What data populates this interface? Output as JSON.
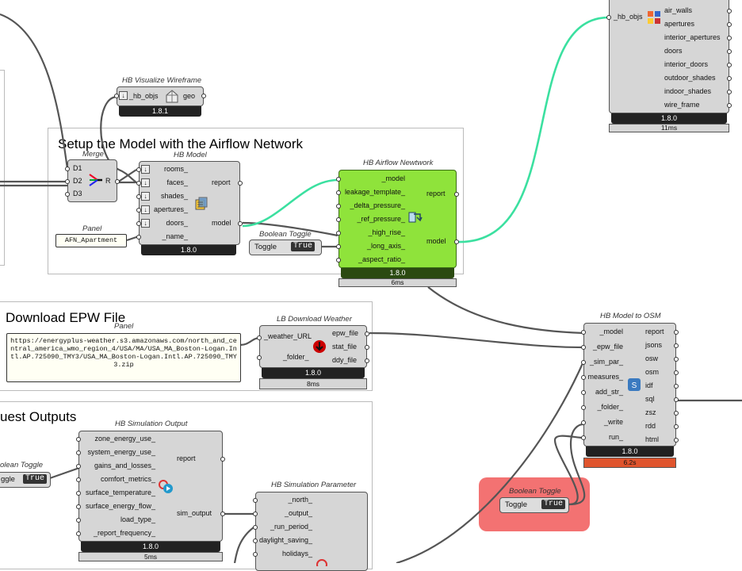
{
  "groups": {
    "airflow": {
      "title": "Setup the Model with the Airflow Network"
    },
    "epw": {
      "title": "Download EPW File"
    },
    "outputs": {
      "title": "uest Outputs"
    }
  },
  "wireframe": {
    "title": "HB Visualize Wireframe",
    "input": "_hb_objs",
    "output": "geo",
    "version": "1.8.1"
  },
  "merge": {
    "title": "Merge",
    "inputs": [
      "D1",
      "D2",
      "D3"
    ],
    "output": "R"
  },
  "hb_model": {
    "title": "HB Model",
    "inputs": [
      "rooms_",
      "faces_",
      "shades_",
      "apertures_",
      "doors_",
      "_name_"
    ],
    "outputs": [
      "report",
      "model"
    ],
    "version": "1.8.0"
  },
  "panel_afn": {
    "title": "Panel",
    "text": "AFN_Apartment"
  },
  "toggle_afn": {
    "title": "Boolean Toggle",
    "label": "Toggle",
    "value": "True"
  },
  "airflow": {
    "title": "HB Airflow Newtwork",
    "inputs": [
      "_model",
      "leakage_template_",
      "_delta_pressure_",
      "_ref_pressure_",
      "_high_rise_",
      "_long_axis_",
      "_aspect_ratio_"
    ],
    "outputs": [
      "report",
      "model"
    ],
    "version": "1.8.0",
    "time": "6ms"
  },
  "deconstruct": {
    "input": "_hb_objs",
    "outputs": [
      "air_walls",
      "apertures",
      "interior_apertures",
      "doors",
      "interior_doors",
      "outdoor_shades",
      "indoor_shades",
      "wire_frame"
    ],
    "version": "1.8.0",
    "time": "11ms"
  },
  "panel_epw": {
    "title": "Panel",
    "text": "https://energyplus-weather.s3.amazonaws.com/north_and_central_america_wmo_region_4/USA/MA/USA_MA_Boston-Logan.Intl.AP.725090_TMY3/USA_MA_Boston-Logan.Intl.AP.725090_TMY3.zip"
  },
  "download_weather": {
    "title": "LB Download Weather",
    "inputs": [
      "_weather_URL",
      "_folder_"
    ],
    "outputs": [
      "epw_file",
      "stat_file",
      "ddy_file"
    ],
    "version": "1.8.0",
    "time": "8ms"
  },
  "model_to_osm": {
    "title": "HB Model to OSM",
    "inputs": [
      "_model",
      "_epw_file",
      "_sim_par_",
      "measures_",
      "add_str_",
      "_folder_",
      "_write",
      "run_"
    ],
    "outputs": [
      "report",
      "jsons",
      "osw",
      "osm",
      "idf",
      "sql",
      "zsz",
      "rdd",
      "html"
    ],
    "version": "1.8.0",
    "time": "6.2s"
  },
  "sim_output": {
    "title": "HB Simulation Output",
    "inputs": [
      "zone_energy_use_",
      "system_energy_use_",
      "gains_and_losses_",
      "comfort_metrics_",
      "surface_temperature_",
      "surface_energy_flow_",
      "load_type_",
      "_report_frequency_"
    ],
    "outputs": [
      "report",
      "sim_output"
    ],
    "version": "1.8.0",
    "time": "5ms"
  },
  "toggle_outputs": {
    "title": "olean Toggle",
    "label": "ggle",
    "value": "True"
  },
  "sim_parameter": {
    "title": "HB Simulation Parameter",
    "inputs": [
      "_north_",
      "_output_",
      "_run_period_",
      "daylight_saving_",
      "holidays_"
    ]
  },
  "toggle_run": {
    "title": "Boolean Toggle",
    "label": "Toggle",
    "value": "True"
  },
  "colors": {
    "canvas": "#ffffff",
    "component": "#d6d6d6",
    "selected": "#8fe33b",
    "wire_selected": "#3be0a0",
    "error": "#e0542d",
    "run_group": "#f26a6a"
  }
}
